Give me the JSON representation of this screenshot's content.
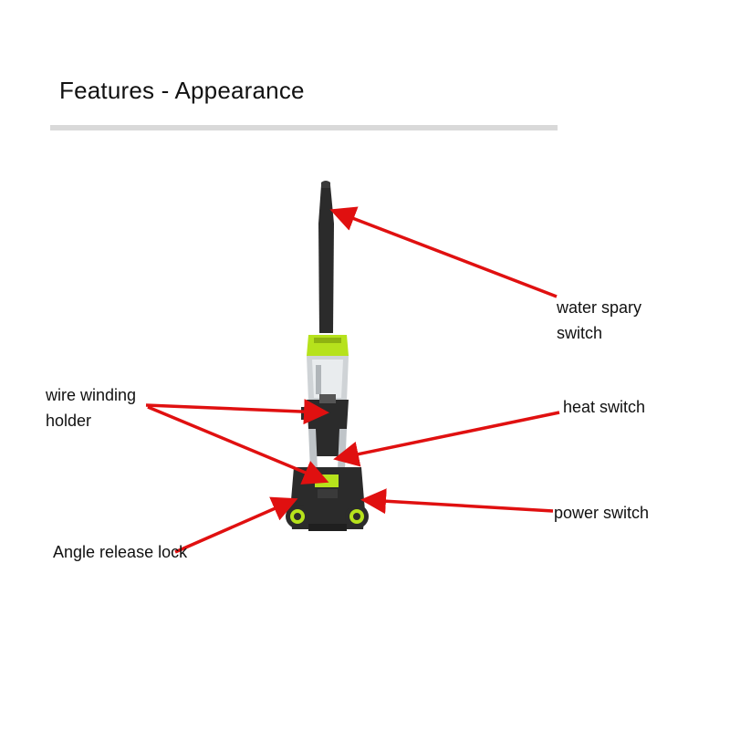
{
  "page": {
    "title": "Features - Appearance"
  },
  "labels": {
    "water_spray": [
      "water spary",
      "switch"
    ],
    "heat_switch": "heat switch",
    "power_switch": "power switch",
    "wire_winding": [
      "wire winding",
      "holder"
    ],
    "angle_release": "Angle release lock"
  },
  "colors": {
    "arrow": "#e01010",
    "body": "#2b2b2b",
    "accent": "#b6e21c",
    "rule": "#d9d9d9"
  }
}
